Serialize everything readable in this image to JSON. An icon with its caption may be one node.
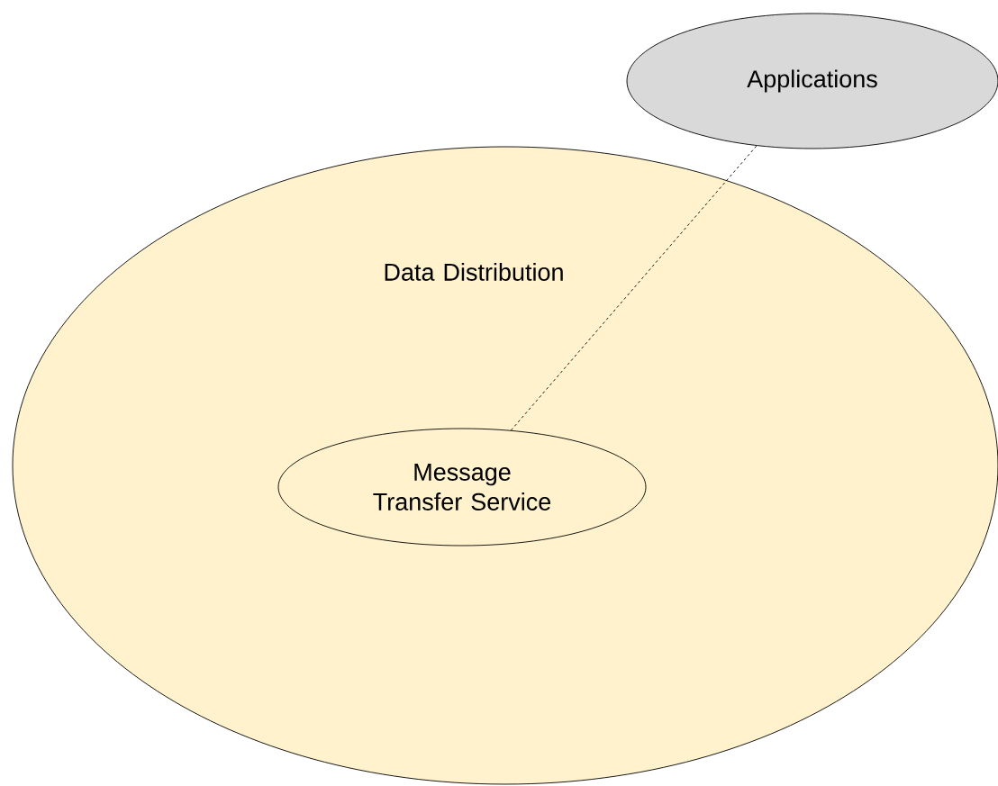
{
  "diagram": {
    "nodes": [
      {
        "text": [
          "Data Distribution"
        ]
      },
      {
        "text": [
          "Message Transfer Service"
        ],
        "in": 0
      },
      {
        "text": [
          "Applications"
        ]
      }
    ],
    "edges": [
      {
        "from": 1,
        "to": 2,
        "arrow": "none",
        "style": "dashed"
      }
    ]
  }
}
